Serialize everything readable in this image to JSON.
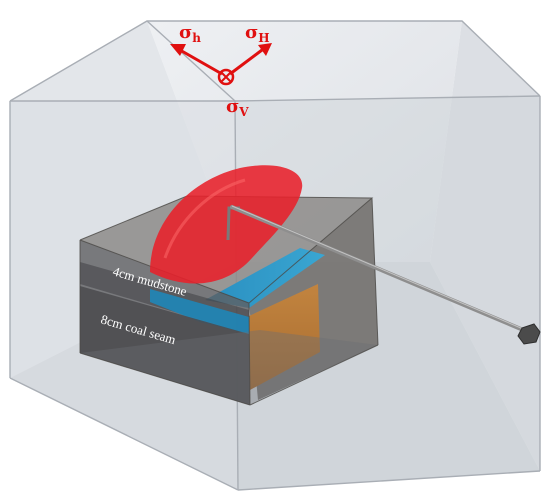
{
  "stress": {
    "h_symbol": "σ",
    "h_sub": "h",
    "H_symbol": "σ",
    "H_sub": "H",
    "V_symbol": "σ",
    "V_sub": "V"
  },
  "layers": {
    "mudstone": "4cm mudstone",
    "coal": "8cm coal seam"
  },
  "colors": {
    "stress_red": "#e01010",
    "fracture_red": "#e8202a",
    "mudstone_blue": "#1f86b8",
    "coal_orange": "#b87a3c"
  }
}
